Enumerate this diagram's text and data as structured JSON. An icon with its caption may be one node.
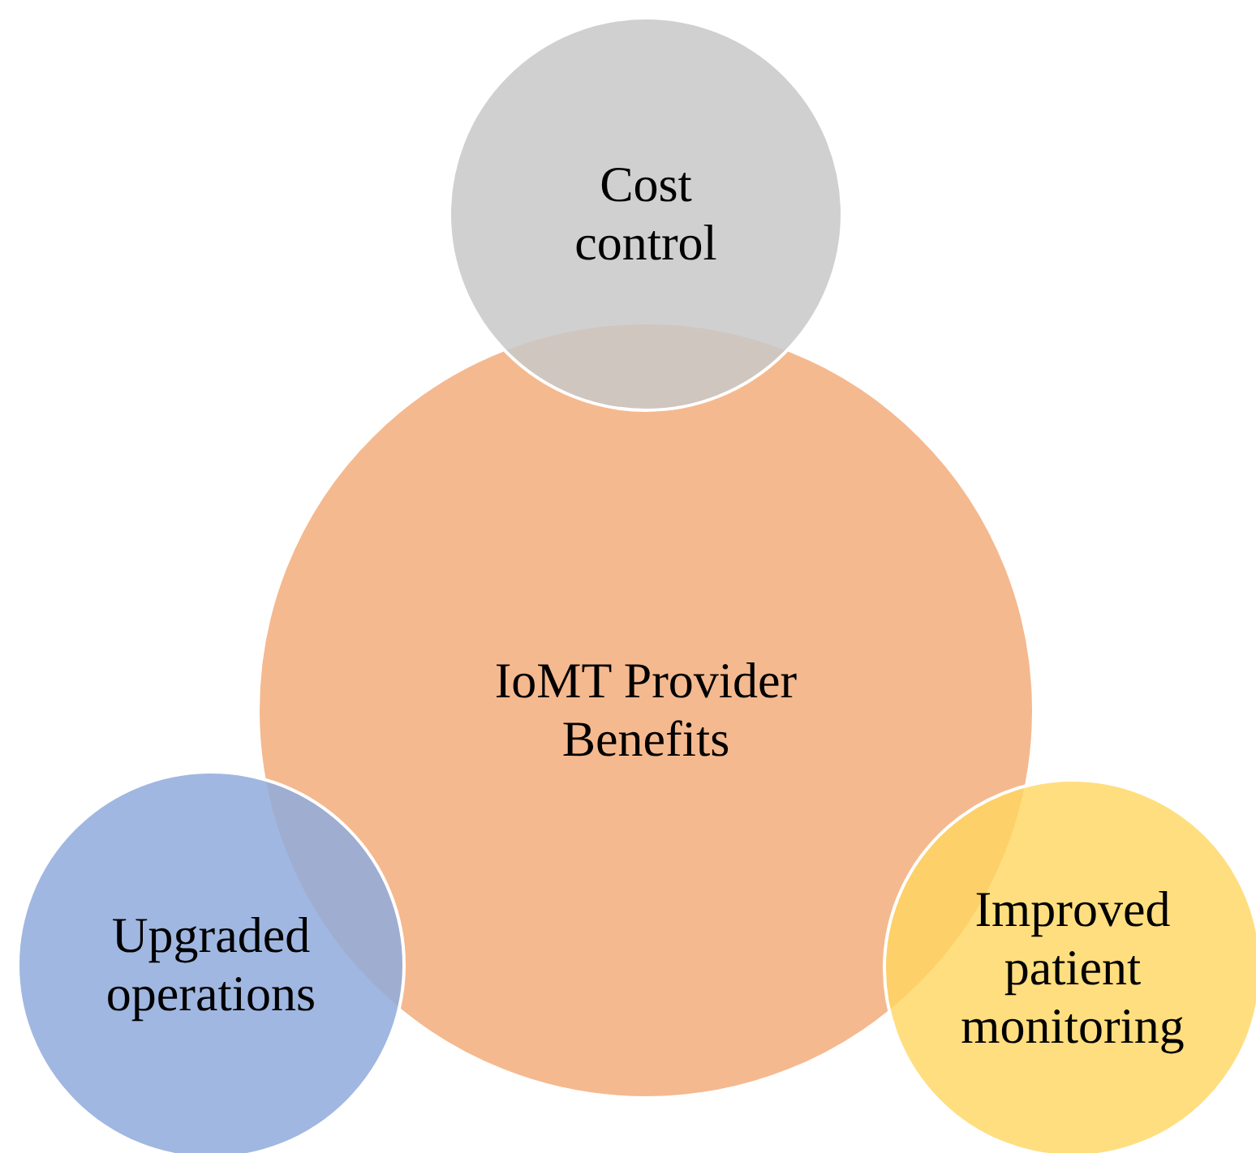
{
  "diagram": {
    "nodes": [
      {
        "text": [
          "Cost control"
        ]
      },
      {
        "text": [
          "IoMT Provider Benefits"
        ]
      },
      {
        "text": [
          "Upgraded operations"
        ]
      },
      {
        "text": [
          "Improved patient monitoring"
        ]
      }
    ],
    "edges": []
  }
}
